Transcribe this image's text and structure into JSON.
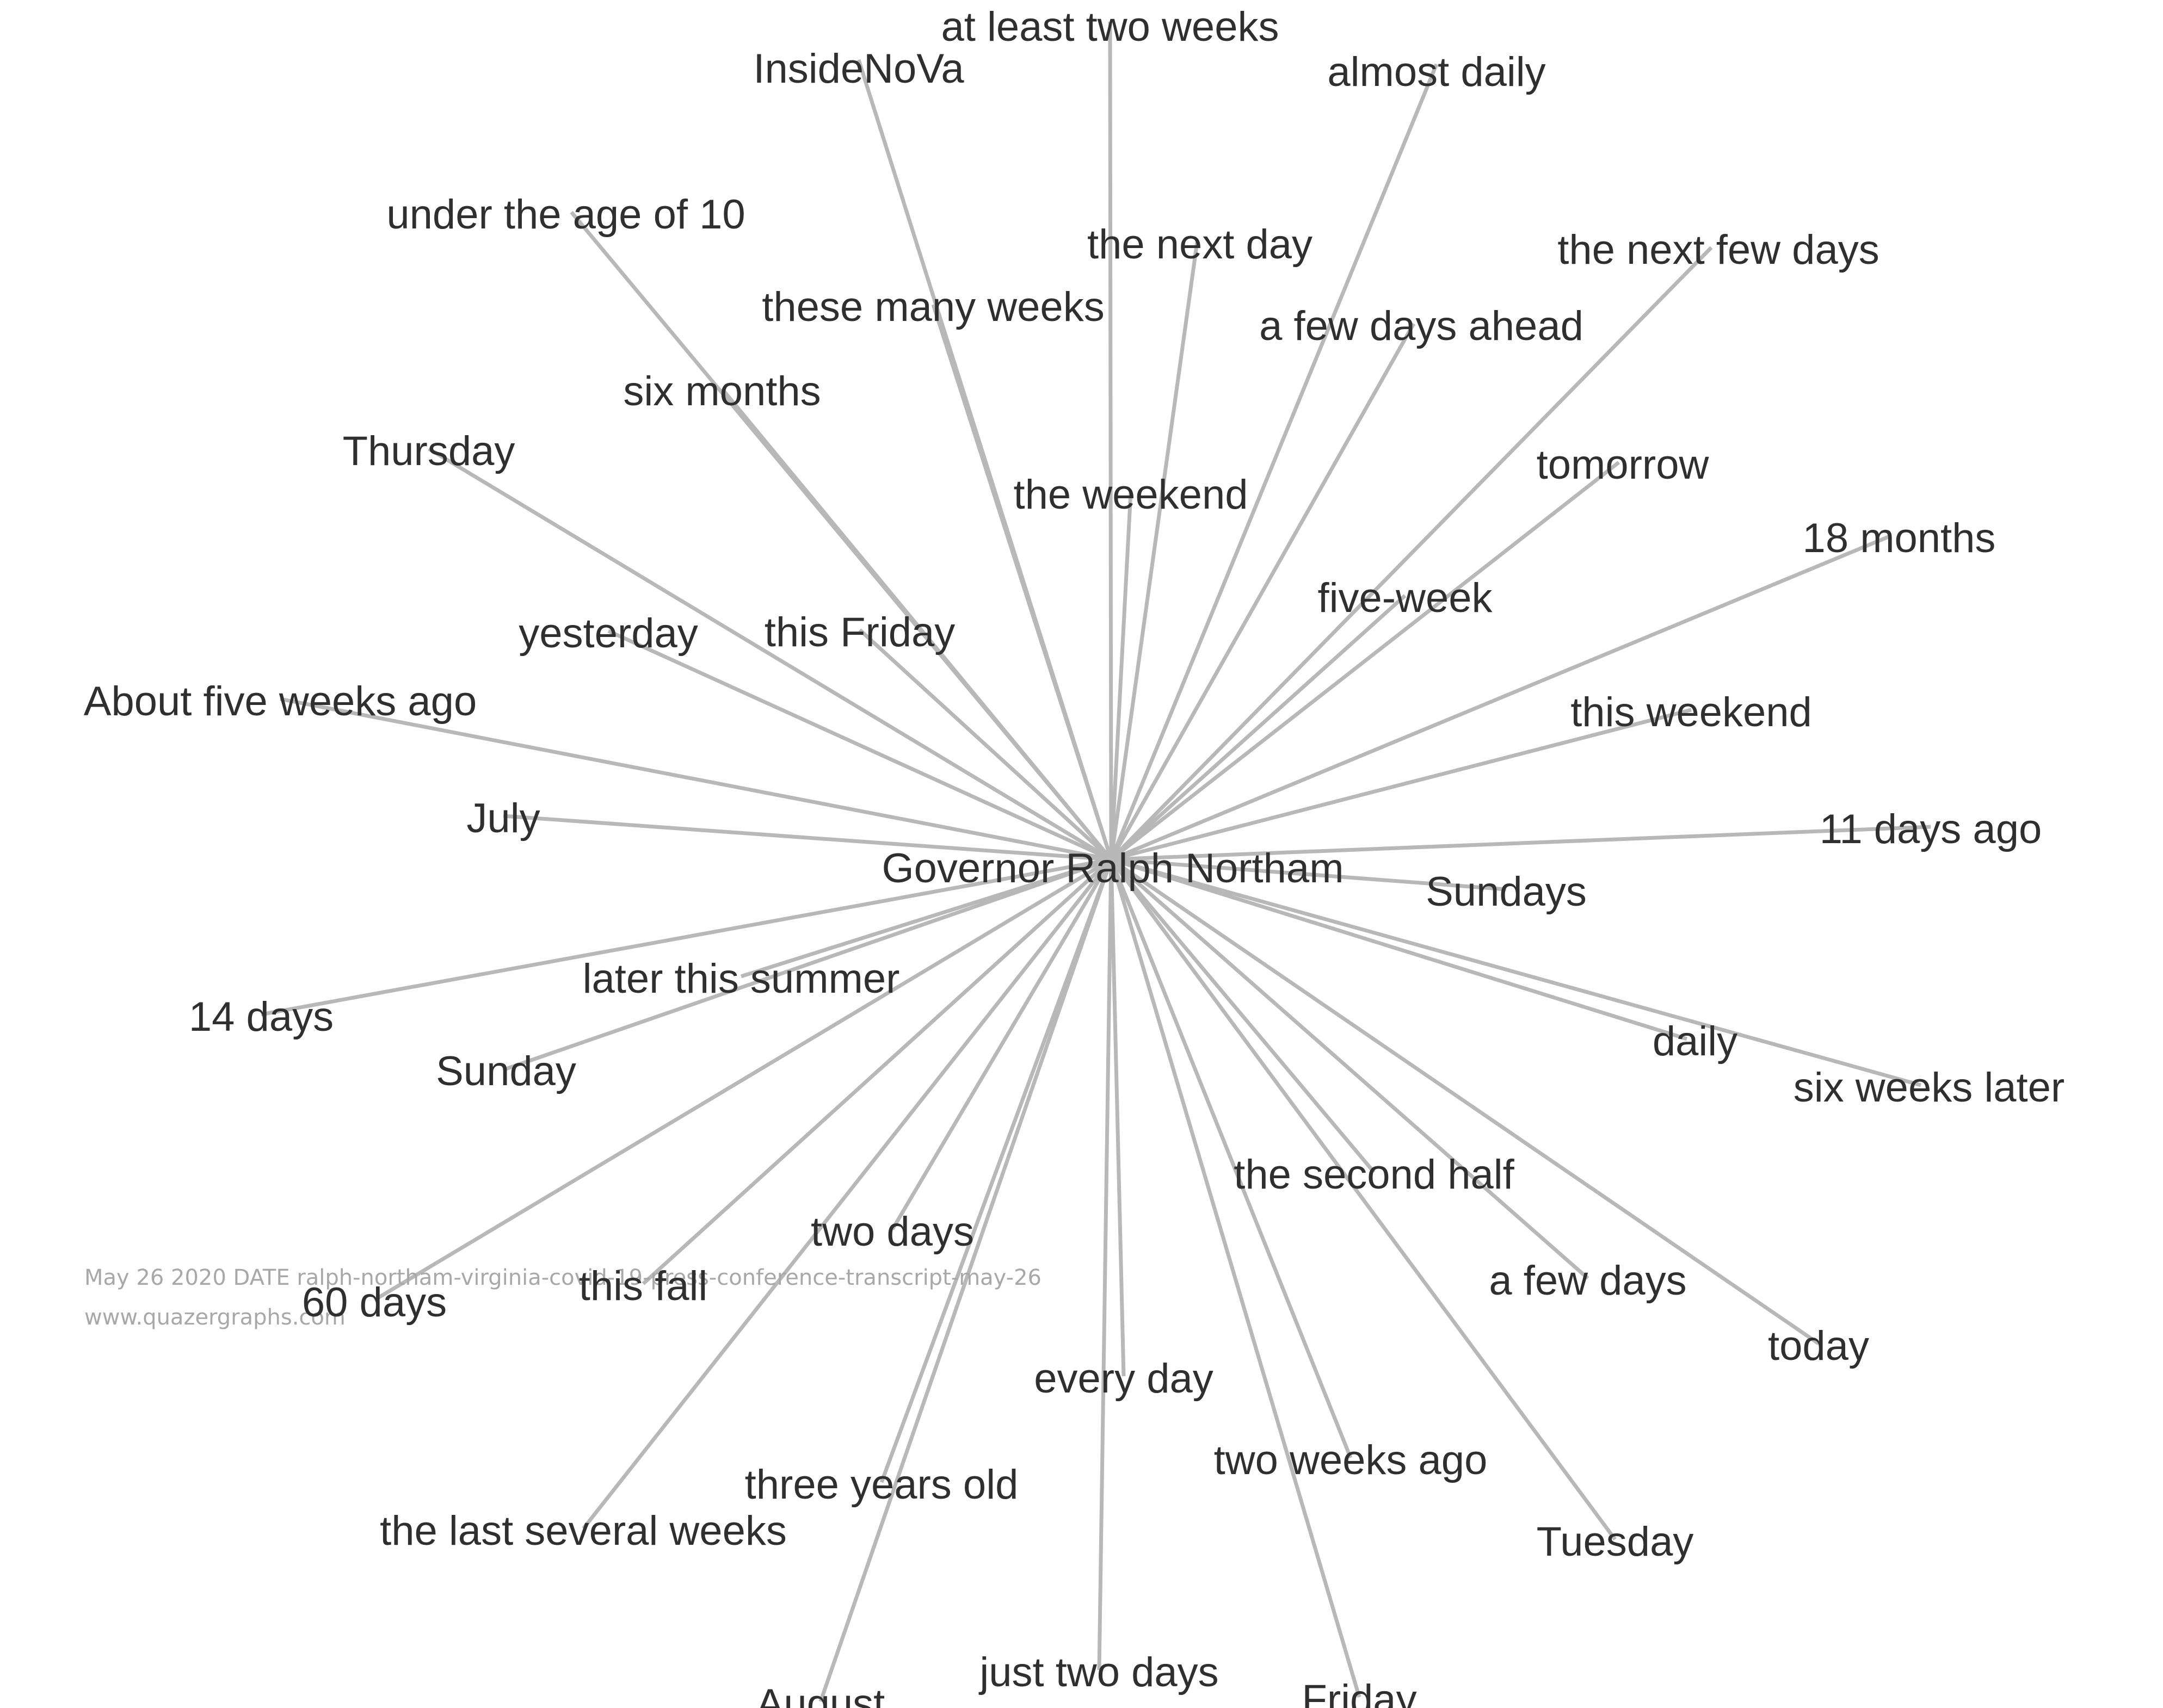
{
  "hub": {
    "label": "Governor Ralph Northam"
  },
  "nodes": [
    {
      "id": "n1",
      "label": "at least two weeks"
    },
    {
      "id": "n2",
      "label": "InsideNoVa"
    },
    {
      "id": "n3",
      "label": "almost daily"
    },
    {
      "id": "n4",
      "label": "under the age of 10"
    },
    {
      "id": "n5",
      "label": "the next day"
    },
    {
      "id": "n6",
      "label": "the next few days"
    },
    {
      "id": "n7",
      "label": "these many weeks"
    },
    {
      "id": "n8",
      "label": "a few days ahead"
    },
    {
      "id": "n9",
      "label": "six months"
    },
    {
      "id": "n10",
      "label": "Thursday"
    },
    {
      "id": "n11",
      "label": "tomorrow"
    },
    {
      "id": "n12",
      "label": "the weekend"
    },
    {
      "id": "n13",
      "label": "18 months"
    },
    {
      "id": "n14",
      "label": "five-week"
    },
    {
      "id": "n15",
      "label": "yesterday"
    },
    {
      "id": "n16",
      "label": "this Friday"
    },
    {
      "id": "n17",
      "label": "About five weeks ago"
    },
    {
      "id": "n18",
      "label": "this weekend"
    },
    {
      "id": "n19",
      "label": "July"
    },
    {
      "id": "n20",
      "label": "11 days ago"
    },
    {
      "id": "n21",
      "label": "Sundays"
    },
    {
      "id": "n22",
      "label": "later this summer"
    },
    {
      "id": "n23",
      "label": "14 days"
    },
    {
      "id": "n24",
      "label": "daily"
    },
    {
      "id": "n25",
      "label": "Sunday"
    },
    {
      "id": "n26",
      "label": "six weeks later"
    },
    {
      "id": "n27",
      "label": "the second half"
    },
    {
      "id": "n28",
      "label": "two days"
    },
    {
      "id": "n29",
      "label": "a few days"
    },
    {
      "id": "n30",
      "label": "60 days"
    },
    {
      "id": "n31",
      "label": "this fall"
    },
    {
      "id": "n32",
      "label": "today"
    },
    {
      "id": "n33",
      "label": "every day"
    },
    {
      "id": "n34",
      "label": "two weeks ago"
    },
    {
      "id": "n35",
      "label": "three years old"
    },
    {
      "id": "n36",
      "label": "the last several weeks"
    },
    {
      "id": "n37",
      "label": "Tuesday"
    },
    {
      "id": "n38",
      "label": "just two days"
    },
    {
      "id": "n39",
      "label": "Friday"
    },
    {
      "id": "n40",
      "label": "August"
    }
  ],
  "edges": [
    {
      "from": "hub",
      "to": "n1"
    },
    {
      "from": "hub",
      "to": "n2"
    },
    {
      "from": "hub",
      "to": "n3"
    },
    {
      "from": "hub",
      "to": "n4"
    },
    {
      "from": "hub",
      "to": "n5"
    },
    {
      "from": "hub",
      "to": "n6"
    },
    {
      "from": "hub",
      "to": "n7"
    },
    {
      "from": "hub",
      "to": "n8"
    },
    {
      "from": "hub",
      "to": "n9"
    },
    {
      "from": "hub",
      "to": "n10"
    },
    {
      "from": "hub",
      "to": "n11"
    },
    {
      "from": "hub",
      "to": "n12"
    },
    {
      "from": "hub",
      "to": "n13"
    },
    {
      "from": "hub",
      "to": "n14"
    },
    {
      "from": "hub",
      "to": "n15"
    },
    {
      "from": "hub",
      "to": "n16"
    },
    {
      "from": "hub",
      "to": "n17"
    },
    {
      "from": "hub",
      "to": "n18"
    },
    {
      "from": "hub",
      "to": "n19"
    },
    {
      "from": "hub",
      "to": "n20"
    },
    {
      "from": "hub",
      "to": "n21"
    },
    {
      "from": "hub",
      "to": "n22"
    },
    {
      "from": "hub",
      "to": "n23"
    },
    {
      "from": "hub",
      "to": "n24"
    },
    {
      "from": "hub",
      "to": "n25"
    },
    {
      "from": "hub",
      "to": "n26"
    },
    {
      "from": "hub",
      "to": "n27"
    },
    {
      "from": "hub",
      "to": "n28"
    },
    {
      "from": "hub",
      "to": "n29"
    },
    {
      "from": "hub",
      "to": "n30"
    },
    {
      "from": "hub",
      "to": "n31"
    },
    {
      "from": "hub",
      "to": "n32"
    },
    {
      "from": "hub",
      "to": "n33"
    },
    {
      "from": "hub",
      "to": "n34"
    },
    {
      "from": "hub",
      "to": "n35"
    },
    {
      "from": "hub",
      "to": "n36"
    },
    {
      "from": "hub",
      "to": "n37"
    },
    {
      "from": "hub",
      "to": "n38"
    },
    {
      "from": "hub",
      "to": "n39"
    },
    {
      "from": "hub",
      "to": "n40"
    }
  ],
  "caption": {
    "line1": "May 26 2020 DATE ralph-northam-virginia-covid-19-press-conference-transcript-may-26",
    "line2": "www.quazergraphs.com"
  },
  "colors": {
    "edge": "#b8b8b8",
    "label": "#2f2f2f",
    "caption": "#a8a8a8"
  }
}
